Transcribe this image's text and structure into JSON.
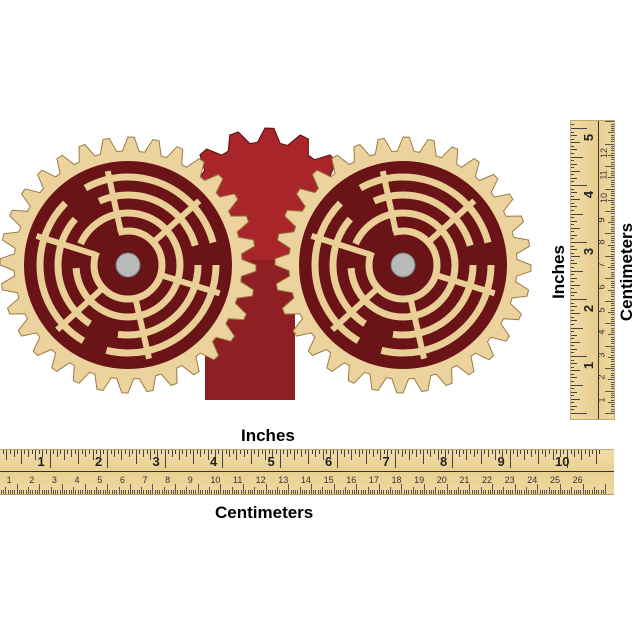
{
  "labels": {
    "inches_horizontal": "Inches",
    "centimeters_horizontal": "Centimeters",
    "inches_vertical": "Inches",
    "centimeters_vertical": "Centimeters"
  },
  "horizontal_ruler": {
    "inch_numbers": [
      "1",
      "2",
      "3",
      "4",
      "5",
      "6",
      "7",
      "8",
      "9",
      "10"
    ],
    "cm_numbers": [
      "1",
      "2",
      "3",
      "4",
      "5",
      "6",
      "7",
      "8",
      "9",
      "10",
      "11",
      "12",
      "13",
      "14",
      "15",
      "16",
      "17",
      "18",
      "19",
      "20",
      "21",
      "22",
      "23",
      "24",
      "25",
      "26"
    ]
  },
  "vertical_ruler": {
    "inch_numbers": [
      "1",
      "2",
      "3",
      "4",
      "5"
    ],
    "cm_numbers": [
      "1",
      "2",
      "3",
      "4",
      "5",
      "6",
      "7",
      "8",
      "9",
      "10",
      "11",
      "12"
    ]
  },
  "colors": {
    "wood": "#e8cf96",
    "maroon": "#7a1a1e",
    "red_gear": "#a8262a"
  }
}
